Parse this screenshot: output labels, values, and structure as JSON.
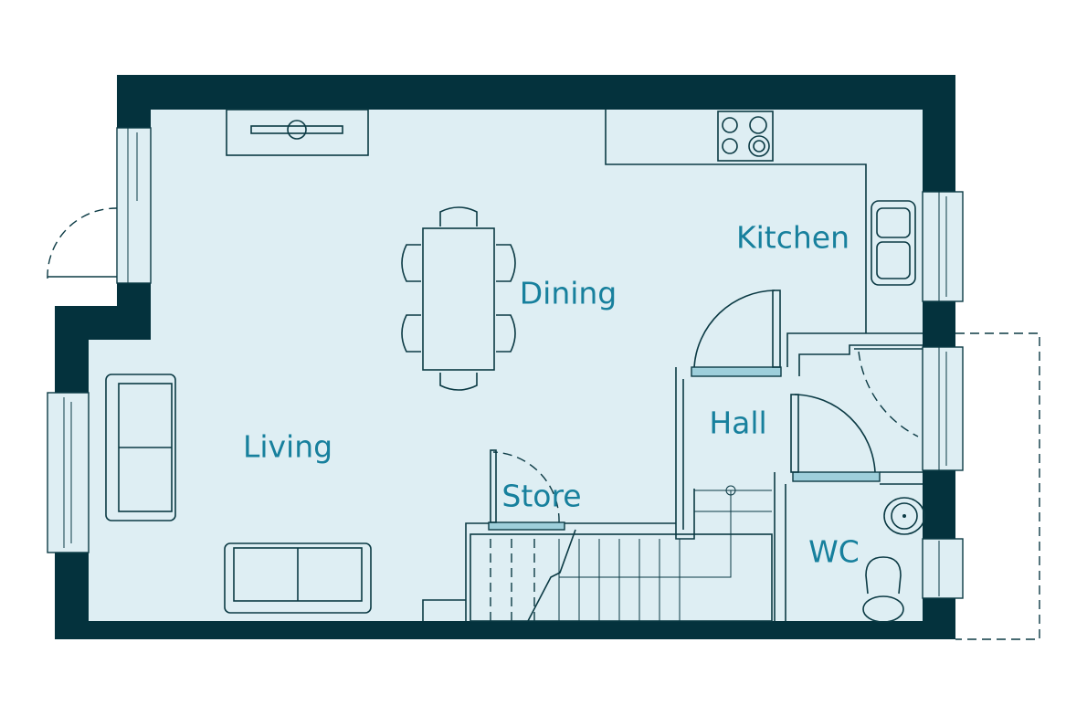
{
  "floorplan": {
    "rooms": {
      "kitchen": "Kitchen",
      "dining": "Dining",
      "living": "Living",
      "hall": "Hall",
      "store": "Store",
      "wc": "WC"
    },
    "colors": {
      "wall": "#04323d",
      "floor": "#deeef3",
      "label": "#17809d",
      "door_panel": "#9ecfdb"
    }
  }
}
